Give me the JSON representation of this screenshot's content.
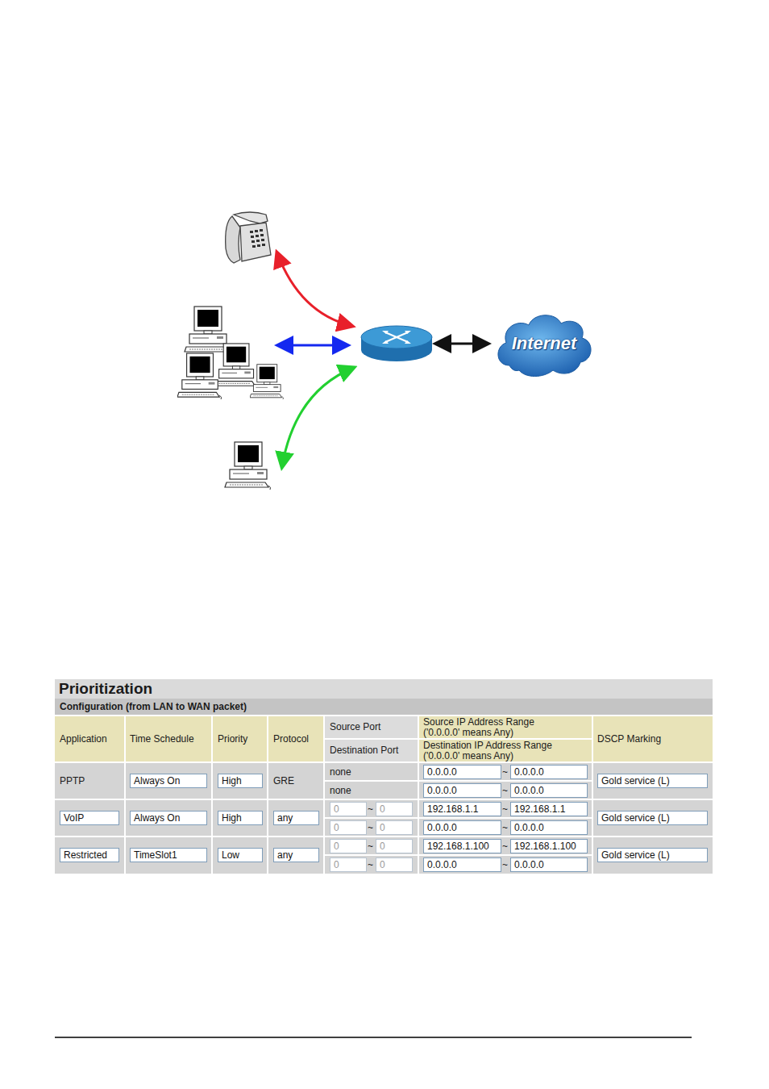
{
  "diagram": {
    "title": "Prioritization",
    "nodes": [
      {
        "text": [
          "Internet"
        ]
      }
    ],
    "labels": [
      "Configuration (from LAN to WAN packet)",
      "Application",
      "Time Schedule",
      "Priority",
      "Protocol",
      "Source Port",
      "Destination Port",
      "Source IP Address Range ('0.0.0.0' means Any)",
      "Destination IP Address Range ('0.0.0.0' means Any)",
      "DSCP Marking",
      "PPTP",
      "Always On",
      "High",
      "GRE",
      "none",
      "0.0.0.0",
      "~",
      "0.0.0.0",
      "Gold service (L)",
      "none",
      "0.0.0.0",
      "~",
      "0.0.0.0",
      "VoIP",
      "Always On",
      "High",
      "any",
      "0",
      "~",
      "0",
      "192.168.1.1",
      "~",
      "192.168.1.1",
      "Gold service (L)",
      "0",
      "~",
      "0",
      "0.0.0.0",
      "~",
      "0.0.0.0",
      "Restricted",
      "TimeSlot1",
      "Low",
      "any",
      "0",
      "~",
      "0",
      "192.168.1.100",
      "~",
      "192.168.1.100",
      "Gold service (L)",
      "0",
      "~",
      "0",
      "0.0.0.0",
      "~",
      "0.0.0.0"
    ]
  }
}
